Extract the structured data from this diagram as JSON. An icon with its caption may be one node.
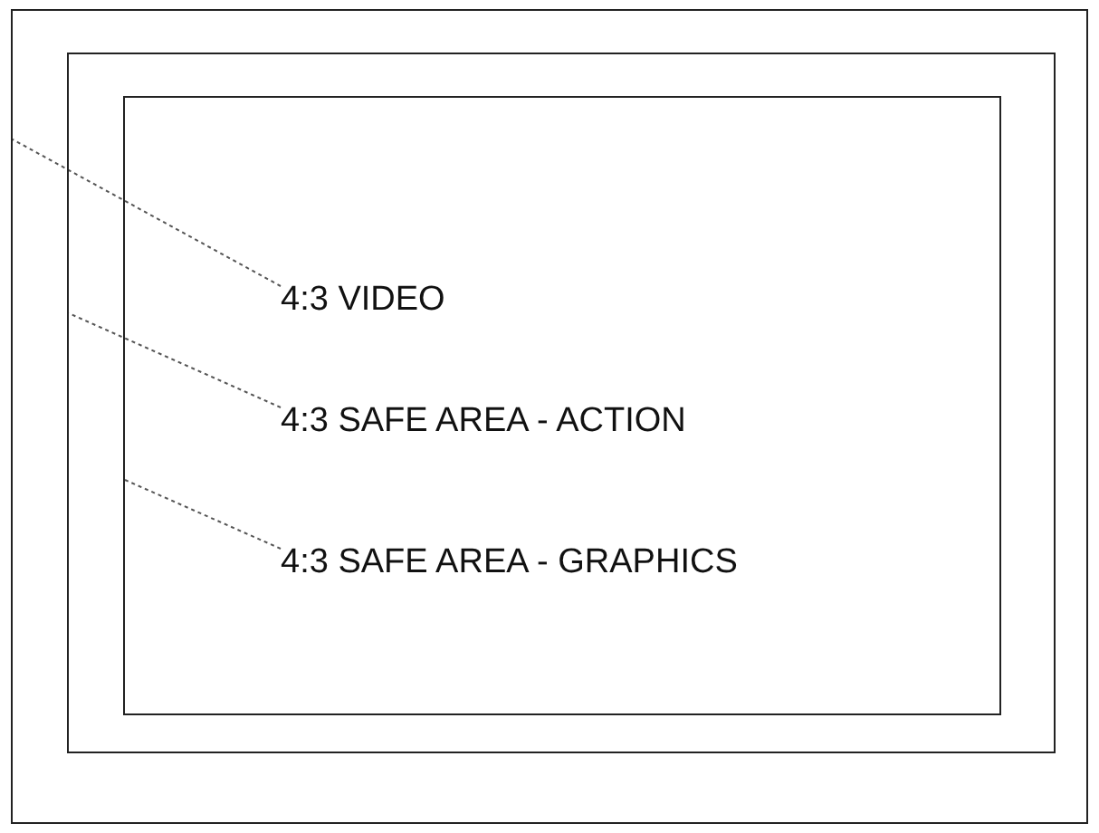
{
  "diagram": {
    "nodes": [
      {
        "text": [],
        "shape": "box"
      },
      {
        "text": [],
        "shape": "box",
        "in": 0
      },
      {
        "text": [],
        "shape": "box",
        "in": 1
      },
      {
        "text": [
          "4:3 VIDEO"
        ],
        "in": 2
      },
      {
        "text": [
          "4:3 SAFE AREA - ACTION"
        ],
        "in": 2
      },
      {
        "text": [
          "4:3 SAFE AREA - GRAPHICS"
        ],
        "in": 2
      }
    ],
    "edges": [
      {
        "from": 3,
        "to": 0,
        "arrow": "none"
      },
      {
        "from": 4,
        "to": 1,
        "arrow": "none"
      },
      {
        "from": 5,
        "to": 2,
        "arrow": "none"
      }
    ]
  }
}
